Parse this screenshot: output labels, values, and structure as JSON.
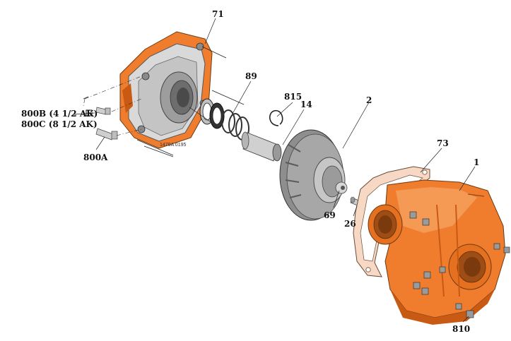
{
  "parts": {
    "p71": "71",
    "p89": "89",
    "p815": "815",
    "p14": "14",
    "p2": "2",
    "p73": "73",
    "p1": "1",
    "p69": "69",
    "p26": "26",
    "p810": "810",
    "p800a": "800A",
    "p800b": "800B (4 1/2 AK)",
    "p800c": "800C (8 1/2 AK)"
  },
  "drawing_code": "1479A 0195",
  "colors": {
    "housing": "#f07d2d",
    "housing_shade": "#c85a14",
    "steel": "#c9c9c9",
    "steel_dark": "#7d7d7d",
    "gasket": "#f3c9b0"
  }
}
